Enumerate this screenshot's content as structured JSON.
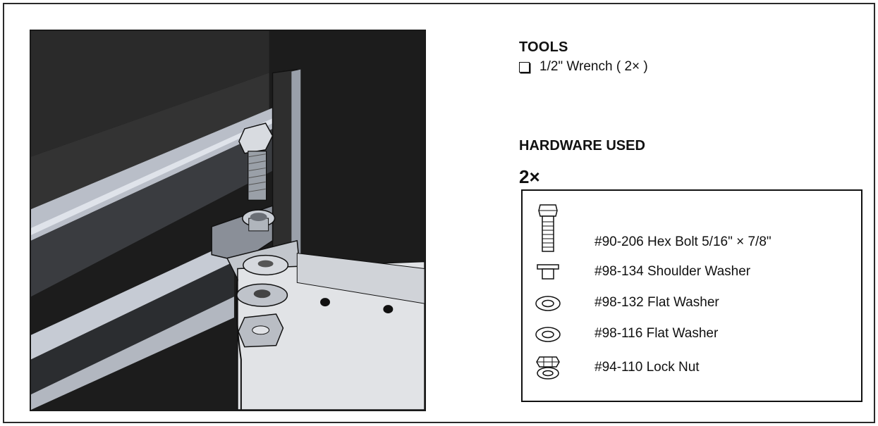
{
  "tools": {
    "title": "TOOLS",
    "items": [
      {
        "label": "1/2\" Wrench  ( 2× )"
      }
    ]
  },
  "hardware": {
    "title": "HARDWARE USED",
    "quantity": "2×",
    "items": [
      {
        "label": "#90-206 Hex Bolt 5/16\" × 7/8\"",
        "icon": "hex-bolt-icon"
      },
      {
        "label": "#98-134 Shoulder Washer",
        "icon": "shoulder-washer-icon"
      },
      {
        "label": "#98-132 Flat Washer",
        "icon": "flat-washer-icon"
      },
      {
        "label": "#98-116 Flat Washer",
        "icon": "flat-washer-icon"
      },
      {
        "label": "#94-110 Lock Nut",
        "icon": "lock-nut-icon"
      }
    ]
  },
  "colors": {
    "ink": "#111111",
    "rail_light": "#c9cdd6",
    "panel": "#e3e5e8",
    "dark_bg": "#1f1f1f"
  }
}
